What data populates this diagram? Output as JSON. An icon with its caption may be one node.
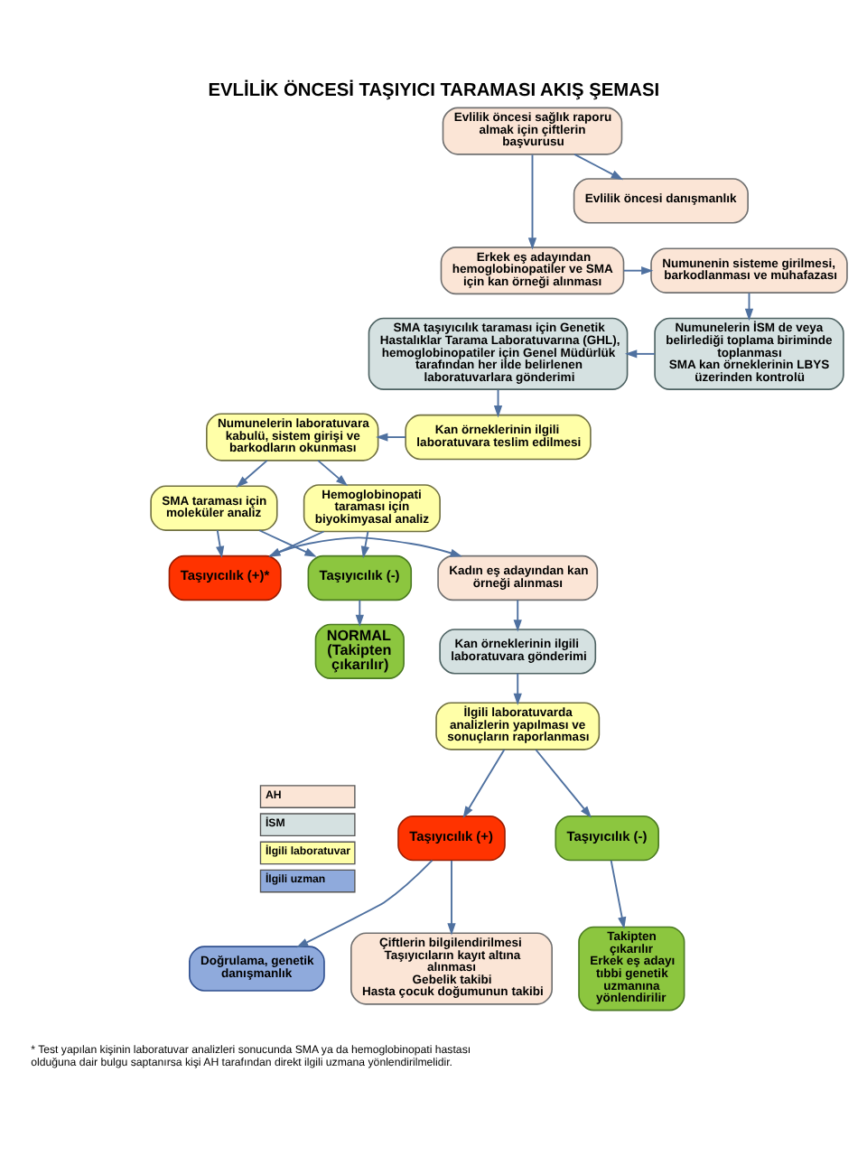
{
  "diagram": {
    "title": "EVLİLİK ÖNCESİ TAŞIYICI TARAMASI AKIŞ ŞEMASI",
    "caption": "* Test yapılan kişinin laboratuvar analizleri sonucunda SMA ya da hemoglobinopati hastası olduğuna dair bulgu saptanırsa kişi AH tarafından direkt ilgili uzmana yönlendirilmelidir.",
    "nodes": [
      {
        "text": [
          "Evlilik öncesi sağlık raporu almak için çiftlerin başvurusu"
        ]
      },
      {
        "text": [
          "Evlilik öncesi danışmanlık"
        ]
      },
      {
        "text": [
          "Erkek eş adayından hemoglobinopatiler ve SMA için kan örneği alınması"
        ]
      },
      {
        "text": [
          "Numunenin sisteme girilmesi, barkodlanması ve muhafazası"
        ]
      },
      {
        "text": [
          "SMA taşıyıcılık taraması için Genetik Hastalıklar Tarama Laboratuvarına (GHL), hemoglobinopatiler için Genel Müdürlük tarafından her ilde belirlenen laboratuvarlara gönderimi"
        ]
      },
      {
        "text": [
          "Numunelerin İSM de veya belirlediği toplama biriminde toplanması",
          "SMA kan örneklerinin LBYS üzerinden kontrolü"
        ]
      },
      {
        "text": [
          "Numunelerin laboratuvara kabulü, sistem girişi ve barkodların okunması"
        ]
      },
      {
        "text": [
          "Kan örneklerinin ilgili laboratuvara teslim edilmesi"
        ]
      },
      {
        "text": [
          "SMA taraması için moleküler analiz"
        ]
      },
      {
        "text": [
          "Hemoglobinopati taraması için biyokimyasal analiz"
        ]
      },
      {
        "text": [
          "Taşıyıcılık (-)"
        ]
      },
      {
        "text": [
          "Taşıyıcılık (+)*"
        ]
      },
      {
        "text": [
          "Kadın eş adayından kan örneği alınması"
        ]
      },
      {
        "text": [
          "NORMAL (Takipten çıkarılır)"
        ]
      },
      {
        "text": [
          "Kan örneklerinin ilgili laboratuvara gönderimi"
        ]
      },
      {
        "text": [
          "İlgili laboratuvarda analizlerin yapılması ve sonuçların raporlanması"
        ]
      },
      {
        "text": [
          "Taşıyıcılık (+)"
        ]
      },
      {
        "text": [
          "Taşıyıcılık (-)"
        ]
      },
      {
        "text": [
          "Çiftlerin bilgilendirilmesi",
          "Taşıyıcıların kayıt altına alınması",
          "Gebelik takibi",
          "Hasta çocuk doğumunun takibi"
        ]
      },
      {
        "text": [
          "Doğrulama, genetik danışmanlık"
        ]
      },
      {
        "text": [
          "Takipten çıkarılır",
          "Erkek eş adayı tıbbi genetik uzmanına yönlendirilir"
        ]
      }
    ],
    "edges": [
      {
        "from": 0,
        "to": 1,
        "arrow": "to"
      },
      {
        "from": 0,
        "to": 2,
        "arrow": "to"
      },
      {
        "from": 2,
        "to": 3,
        "arrow": "to"
      },
      {
        "from": 3,
        "to": 5,
        "arrow": "to"
      },
      {
        "from": 5,
        "to": 4,
        "arrow": "to"
      },
      {
        "from": 4,
        "to": 7,
        "arrow": "to"
      },
      {
        "from": 7,
        "to": 6,
        "arrow": "to"
      },
      {
        "from": 6,
        "to": 8,
        "arrow": "to"
      },
      {
        "from": 6,
        "to": 9,
        "arrow": "to"
      },
      {
        "from": 8,
        "to": 10,
        "arrow": "to"
      },
      {
        "from": 8,
        "to": 11,
        "arrow": "to"
      },
      {
        "from": 9,
        "to": 10,
        "arrow": "to"
      },
      {
        "from": 9,
        "to": 11,
        "arrow": "to"
      },
      {
        "from": 10,
        "to": 13,
        "arrow": "to"
      },
      {
        "from": 11,
        "to": 12,
        "arrow": "to"
      },
      {
        "from": 12,
        "to": 14,
        "arrow": "to"
      },
      {
        "from": 14,
        "to": 15,
        "arrow": "to"
      },
      {
        "from": 15,
        "to": 16,
        "arrow": "to"
      },
      {
        "from": 15,
        "to": 17,
        "arrow": "to"
      },
      {
        "from": 16,
        "to": 18,
        "arrow": "to"
      },
      {
        "from": 16,
        "to": 19,
        "arrow": "to"
      },
      {
        "from": 17,
        "to": 20,
        "arrow": "to"
      }
    ],
    "legend": [
      {
        "text": "AH",
        "color": "#fbe5d6"
      },
      {
        "text": "İSM",
        "color": "#d5e1e1"
      },
      {
        "text": "İlgili laboratuvar",
        "color": "#ffffa8"
      },
      {
        "text": "İlgili uzman",
        "color": "#8faadc"
      }
    ]
  }
}
